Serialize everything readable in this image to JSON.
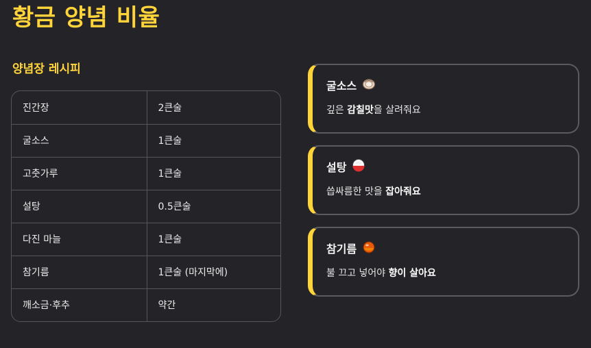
{
  "page": {
    "title": "황금 양념 비율"
  },
  "recipe": {
    "heading": "양념장 레시피",
    "rows": [
      {
        "name": "진간장",
        "amount": "2큰술"
      },
      {
        "name": "굴소스",
        "amount": "1큰술"
      },
      {
        "name": "고춧가루",
        "amount": "1큰술"
      },
      {
        "name": "설탕",
        "amount": "0.5큰술"
      },
      {
        "name": "다진 마늘",
        "amount": "1큰술"
      },
      {
        "name": "참기름",
        "amount": "1큰술 (마지막에)"
      },
      {
        "name": "깨소금·후추",
        "amount": "약간"
      }
    ]
  },
  "tips": [
    {
      "title": "굴소스",
      "icon": "oyster-icon",
      "desc_before": "깊은 ",
      "desc_bold": "감칠맛",
      "desc_after": "을 살려줘요"
    },
    {
      "title": "설탕",
      "icon": "sugar-bowl-icon",
      "desc_before": "씁싸름한 맛을 ",
      "desc_bold": "잡아줘요",
      "desc_after": ""
    },
    {
      "title": "참기름",
      "icon": "sesame-oil-drop-icon",
      "desc_before": "불 끄고 넣어야 ",
      "desc_bold": "향이 살아요",
      "desc_after": ""
    }
  ],
  "colors": {
    "background": "#242328",
    "accent": "#ffd43b",
    "border": "#56555b"
  }
}
